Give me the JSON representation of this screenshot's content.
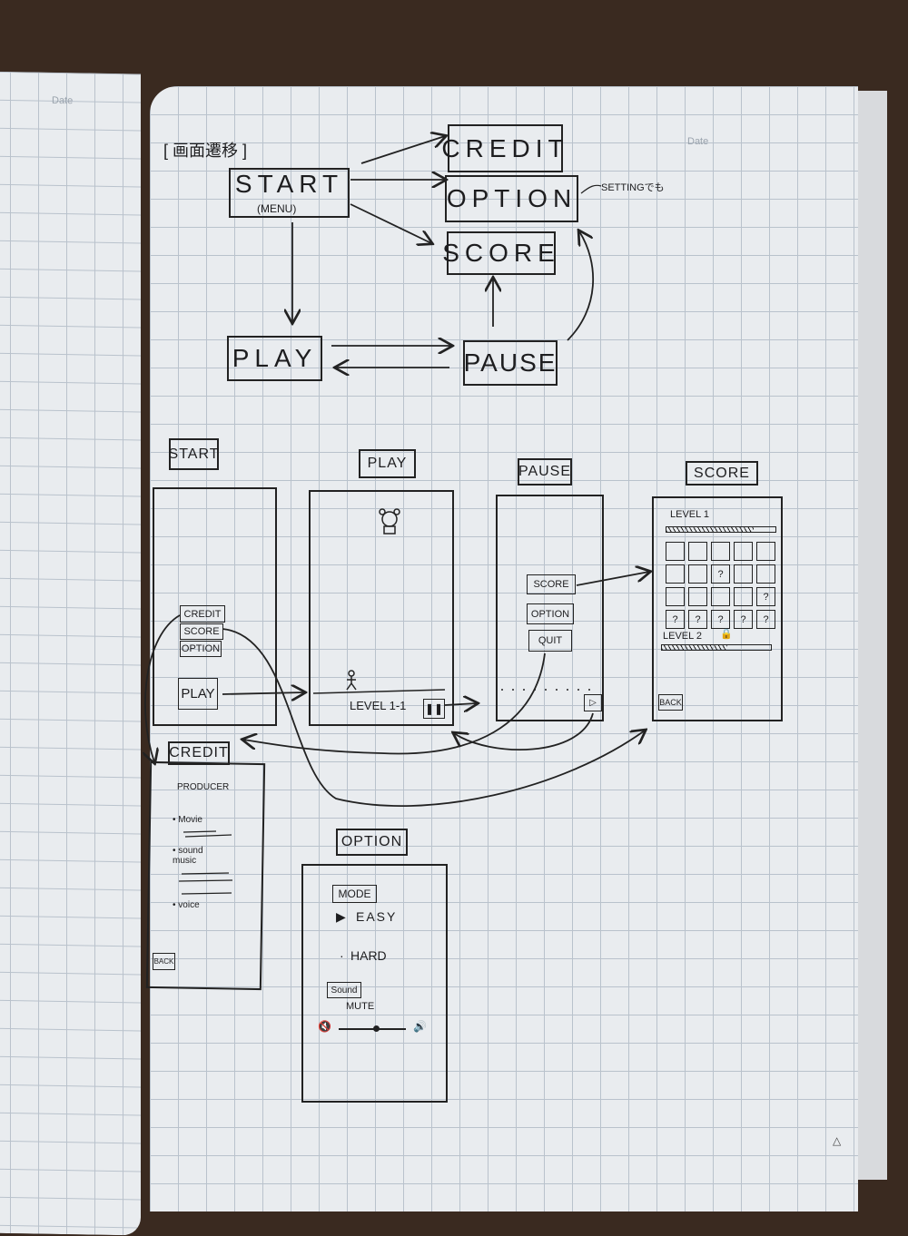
{
  "page": {
    "date_label": "Date",
    "corner_mark": "△"
  },
  "flow": {
    "title": "[ 画面遷移 ]",
    "start": "START",
    "start_sub": "(MENU)",
    "credit": "CREDIT",
    "option": "OPTION",
    "score": "SCORE",
    "play": "PLAY",
    "pause": "PAUSE",
    "option_note": "SETTINGでも"
  },
  "screens": {
    "start": {
      "label": "START",
      "buttons": [
        "CREDIT",
        "SCORE",
        "OPTION"
      ],
      "play_button": "PLAY"
    },
    "play": {
      "label": "PLAY",
      "level": "LEVEL 1-1",
      "pause_icon": "pause-icon"
    },
    "pause": {
      "label": "PAUSE",
      "buttons": [
        "SCORE",
        "OPTION",
        "QUIT"
      ],
      "resume_icon": "play-icon"
    },
    "score": {
      "label": "SCORE",
      "level1": "LEVEL 1",
      "level1_progress": 0.8,
      "grid": [
        [
          "",
          "",
          "",
          "",
          ""
        ],
        [
          "",
          "",
          "?",
          "",
          ""
        ],
        [
          "",
          "",
          "",
          "",
          "?"
        ],
        [
          "?",
          "?",
          "?",
          "?",
          "?"
        ]
      ],
      "level2": "LEVEL 2",
      "level2_progress": 0.6,
      "level2_locked": true,
      "back": "BACK"
    },
    "credit": {
      "label": "CREDIT",
      "producer": "PRODUCER",
      "items": [
        "• Movie",
        "• sound music",
        "• voice"
      ],
      "back": "BACK"
    },
    "option": {
      "label": "OPTION",
      "mode": "MODE",
      "easy": "EASY",
      "hard": "HARD",
      "sound": "Sound",
      "mute": "MUTE",
      "volume": 0.55,
      "selected_mode": "EASY"
    }
  }
}
